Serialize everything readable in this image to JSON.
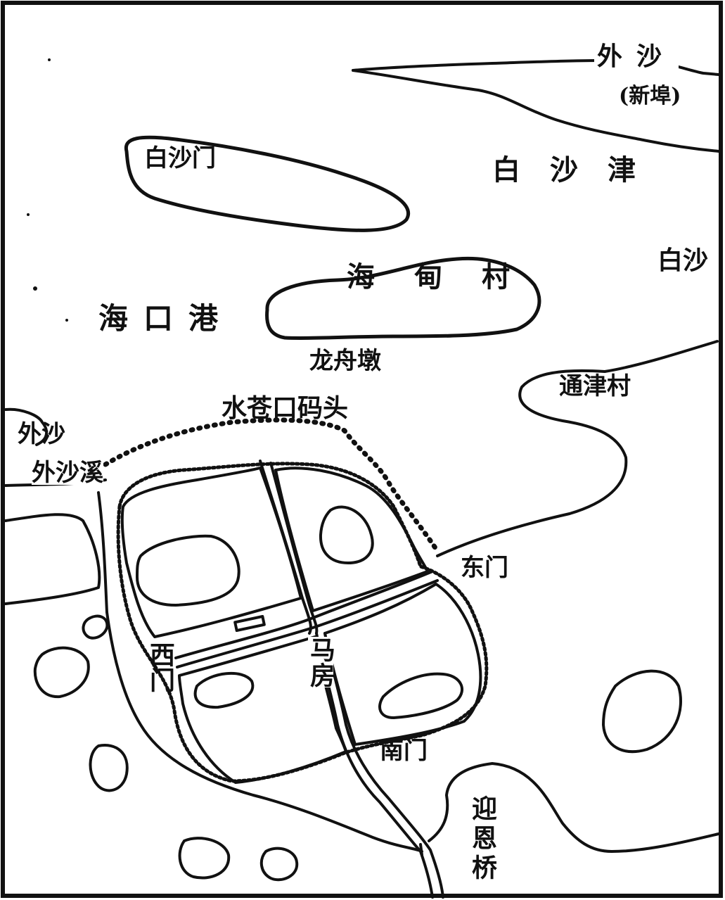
{
  "map": {
    "labels": {
      "waisha_top": "外沙",
      "xinbu": "(新埠)",
      "baishamen": "白沙门",
      "baishajin": "白沙津",
      "baisha": "白沙",
      "haidiancun": "海甸村",
      "haikougang": "海口港",
      "longzhoudun": "龙舟墩",
      "tongjincun": "通津村",
      "shuixiangkou": "水苍口码头",
      "waisha_left": "外沙",
      "waishaxi": "外沙溪",
      "dongmen": "东门",
      "ximen": "西门",
      "mafang": "马房",
      "nanmen": "南门",
      "yingenqiao": "迎恩桥"
    }
  }
}
